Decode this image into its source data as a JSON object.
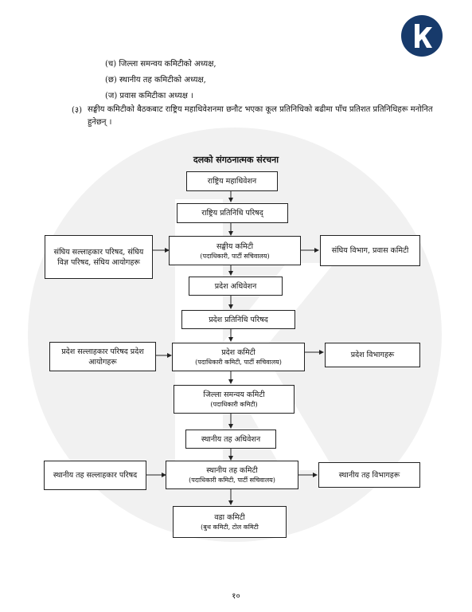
{
  "list_items": [
    "(च) जिल्ला समन्वय कमिटीको अध्यक्ष,",
    "(छ) स्थानीय तह कमिटीको अध्यक्ष,",
    "(ज) प्रवास कमिटीका अध्यक्ष ।"
  ],
  "paragraph": {
    "number": "(३)",
    "text": "सङ्घीय कमिटीको बैठकबाट राष्ट्रिय महाधिवेशनमा छनौट भएका कूल प्रतिनिधिको बढीमा पाँच प्रतिशत प्रतिनिधिहरू मनोनित हुनेछन् ।"
  },
  "chart_title": "दलको संगठनात्मक संरचना",
  "boxes": {
    "national_convention": "राष्ट्रिय महाधिवेशन",
    "national_rep_council": "राष्ट्रिय प्रतिनिधि परिषद्",
    "federal_advisory": "संघिय सल्लाहकार परिषद, संघिय विज्ञ परिषद, संघिय आयोगहरू",
    "federal_committee": "सङ्घीय कमिटी",
    "federal_committee_sub": "(पदाधिकारी, पार्टी सचिवालय)",
    "federal_depts": "संघिय विभाग, प्रवास कमिटी",
    "province_convention": "प्रदेश अधिवेशन",
    "province_rep_council": "प्रदेश प्रतिनिधि परिषद",
    "province_advisory": "प्रदेश सल्लाहकार परिषद प्रदेश आयोगहरू",
    "province_committee": "प्रदेश कमिटी",
    "province_committee_sub": "(पदाधिकारी कमिटी, पार्टी सचिवालय)",
    "province_depts": "प्रदेश विभागहरू",
    "district_committee": "जिल्ला समन्वय कमिटी",
    "district_committee_sub": "(पदाधिकारी कमिटी)",
    "local_convention": "स्थानीय तह अधिवेशन",
    "local_advisory": "स्थानीय तह सल्लाहकार परिषद",
    "local_committee": "स्थानीय तह कमिटी",
    "local_committee_sub": "(पदाधिकारी कमिटी, पार्टी सचिवालय)",
    "local_depts": "स्थानीय तह विभागहरू",
    "ward_committee": "वडा कमिटी",
    "ward_committee_sub": "(बुथ कमिटी, टोल कमिटी"
  },
  "page_number": "१०",
  "colors": {
    "logo": "#173a6b",
    "watermark": "#f1f1f1"
  }
}
